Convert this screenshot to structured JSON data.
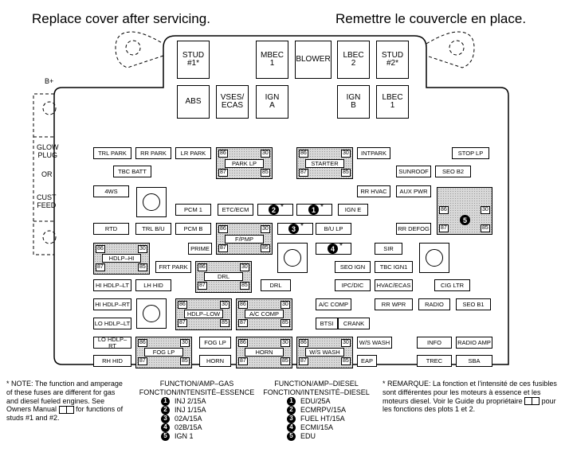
{
  "header": {
    "left": "Replace cover after servicing.",
    "right": "Remettre le couvercle en place."
  },
  "side_labels": {
    "b_plus": "B+",
    "glow_plug": "GLOW\nPLUG",
    "or": "OR",
    "cust_feed": "CUST\nFEED"
  },
  "top_relays": {
    "stud1": "STUD\n#1*",
    "mbec1": "MBEC\n1",
    "blower": "BLOWER",
    "lbec2": "LBEC\n2",
    "stud2": "STUD\n#2*",
    "abs": "ABS",
    "vses_ecas": "VSES/\nECAS",
    "ign_a": "IGN\nA",
    "ign_b": "IGN\nB",
    "lbec1": "LBEC\n1"
  },
  "fuses": {
    "trl_park": "TRL PARK",
    "rr_park": "RR PARK",
    "lr_park": "LR PARK",
    "tbc_batt": "TBC BATT",
    "intpark": "INTPARK",
    "stop_lp": "STOP LP",
    "sunroof": "SUNROOF",
    "seo_b2": "SEO B2",
    "four_ws": "4WS",
    "rr_hvac": "RR HVAC",
    "aux_pwr": "AUX PWR",
    "pcm1": "PCM 1",
    "etc_ecm": "ETC/ECM",
    "ign_e": "IGN E",
    "rtd": "RTD",
    "trl_bu": "TRL B/U",
    "pcm_b": "PCM B",
    "bu_lp": "B/U LP",
    "rr_defog": "RR DEFOG",
    "prime": "PRIME",
    "sir": "SIR",
    "frt_park": "FRT PARK",
    "seo_ign": "SEO IGN",
    "tbc_ign1": "TBC IGN1",
    "hi_hdlp_lt": "HI HDLP–LT",
    "lh_hid": "LH HID",
    "drl_fuse": "DRL",
    "ipc_dic": "IPC/DIC",
    "hvac_ecas": "HVAC/ECAS",
    "cig_ltr": "CIG LTR",
    "hi_hdlp_rt": "HI HDLP–RT",
    "a_c_comp_fuse": "A/C COMP",
    "rr_wpr": "RR WPR",
    "radio": "RADIO",
    "seo_b1": "SEO B1",
    "lo_hdlp_lt": "LO HDLP–LT",
    "btsi": "BTSI",
    "crank": "CRANK",
    "lo_hdlp_rt": "LO HDLP–RT",
    "fog_lp_fuse": "FOG LP",
    "ws_wash_fuse": "W/S WASH",
    "info": "INFO",
    "radio_amp": "RADIO AMP",
    "rh_hid": "RH HID",
    "horn_fuse": "HORN",
    "eap": "EAP",
    "trec": "TREC",
    "sba": "SBA"
  },
  "relays": {
    "park_lp": "PARK LP",
    "starter": "STARTER",
    "hdlp_hi": "HDLP–HI",
    "fpmp": "F/PMP",
    "drl": "DRL",
    "hdlp_low": "HDLP–LOW",
    "a_c_comp": "A/C COMP",
    "fog_lp": "FOG LP",
    "horn": "HORN",
    "ws_wash": "W/S WASH"
  },
  "terminals": {
    "t86": "86",
    "t30": "30",
    "t87": "87",
    "t85": "85"
  },
  "callouts": {
    "n1": "1",
    "n2": "2",
    "n3": "3",
    "n4": "4",
    "n5": "5",
    "star": "*"
  },
  "notes": {
    "note_en": "* NOTE: The function and amperage of these fuses are different for gas and diesel fueled engines. See Owners Manual",
    "note_en_tail": "for functions of studs #1 and #2.",
    "gas_title": "FUNCTION/AMP–GAS",
    "gas_title_fr": "FONCTION/INTENSITÉ–ESSENCE",
    "gas_items": [
      "INJ 2/15A",
      "INJ 1/15A",
      "02A/15A",
      "02B/15A",
      "IGN 1"
    ],
    "diesel_title": "FUNCTION/AMP–DIESEL",
    "diesel_title_fr": "FONCTION/INTENSITÉ–DIESEL",
    "diesel_items": [
      "EDU/25A",
      "ECMRPV/15A",
      "FUEL HT/15A",
      "ECMI/15A",
      "EDU"
    ],
    "note_fr": "* REMARQUE: La fonction et l'intensité de ces fusibles sont différentes pour les moteurs à essence et les moteurs diesel. Voir le Guide du propriétaire",
    "note_fr_tail": "pour les fonctions des plots 1 et 2."
  }
}
